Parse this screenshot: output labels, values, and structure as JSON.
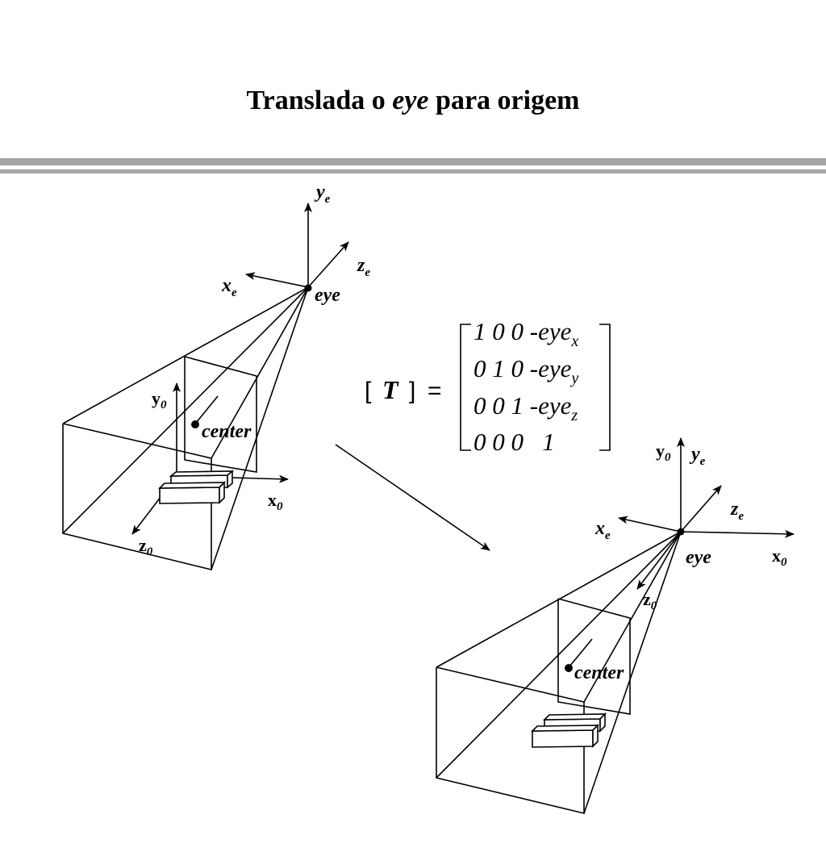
{
  "title": {
    "pre": "Translada o ",
    "em": "eye",
    "post": " para origem"
  },
  "labels": {
    "eye": "eye",
    "center": "center",
    "ye_base": "y",
    "ye_sub": "e",
    "xe_base": "x",
    "xe_sub": "e",
    "ze_base": "z",
    "ze_sub": "e",
    "y0_base": "y",
    "y0_sub": "0",
    "x0_base": "x",
    "x0_sub": "0",
    "z0_base": "z",
    "z0_sub": "0"
  },
  "matrix": {
    "lhs_open": "[",
    "lhs_symbol": "T",
    "lhs_close": "]",
    "equals": "=",
    "rows": [
      {
        "nums": "1 0 0 -eye",
        "sub": "x"
      },
      {
        "nums": "0 1 0 -eye",
        "sub": "y"
      },
      {
        "nums": "0 0 1 -eye",
        "sub": "z"
      },
      {
        "nums": "0 0 0   1",
        "sub": ""
      }
    ]
  },
  "colors": {
    "rule": "#a6a6a6",
    "ink": "#000000"
  }
}
